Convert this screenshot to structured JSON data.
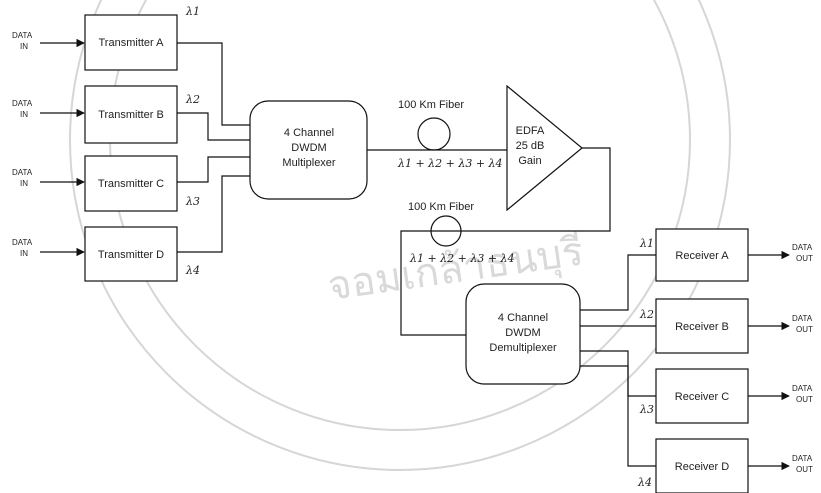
{
  "colors": {
    "line": "#111111",
    "text": "#222222",
    "watermark": "#d6d6d6",
    "background": "#ffffff"
  },
  "inputs": {
    "data_in_line1": "DATA",
    "data_in_line2": "IN"
  },
  "outputs": {
    "data_out_line1": "DATA",
    "data_out_line2": "OUT"
  },
  "transmitters": [
    "Transmitter A",
    "Transmitter B",
    "Transmitter C",
    "Transmitter D"
  ],
  "receivers": [
    "Receiver A",
    "Receiver B",
    "Receiver C",
    "Receiver D"
  ],
  "wavelengths": [
    "λ1",
    "λ2",
    "λ3",
    "λ4"
  ],
  "mux": {
    "line1": "4 Channel",
    "line2": "DWDM",
    "line3": "Multiplexer"
  },
  "demux": {
    "line1": "4 Channel",
    "line2": "DWDM",
    "line3": "Demultiplexer"
  },
  "edfa": {
    "line1": "EDFA",
    "line2": "25 dB",
    "line3": "Gain"
  },
  "fiber1": {
    "label": "100 Km Fiber"
  },
  "fiber2": {
    "label": "100 Km Fiber"
  },
  "sum_expression": "λ1 + λ2 + λ3 + λ4",
  "watermark": {
    "text": "จอมเกล้าธนบุรี"
  }
}
